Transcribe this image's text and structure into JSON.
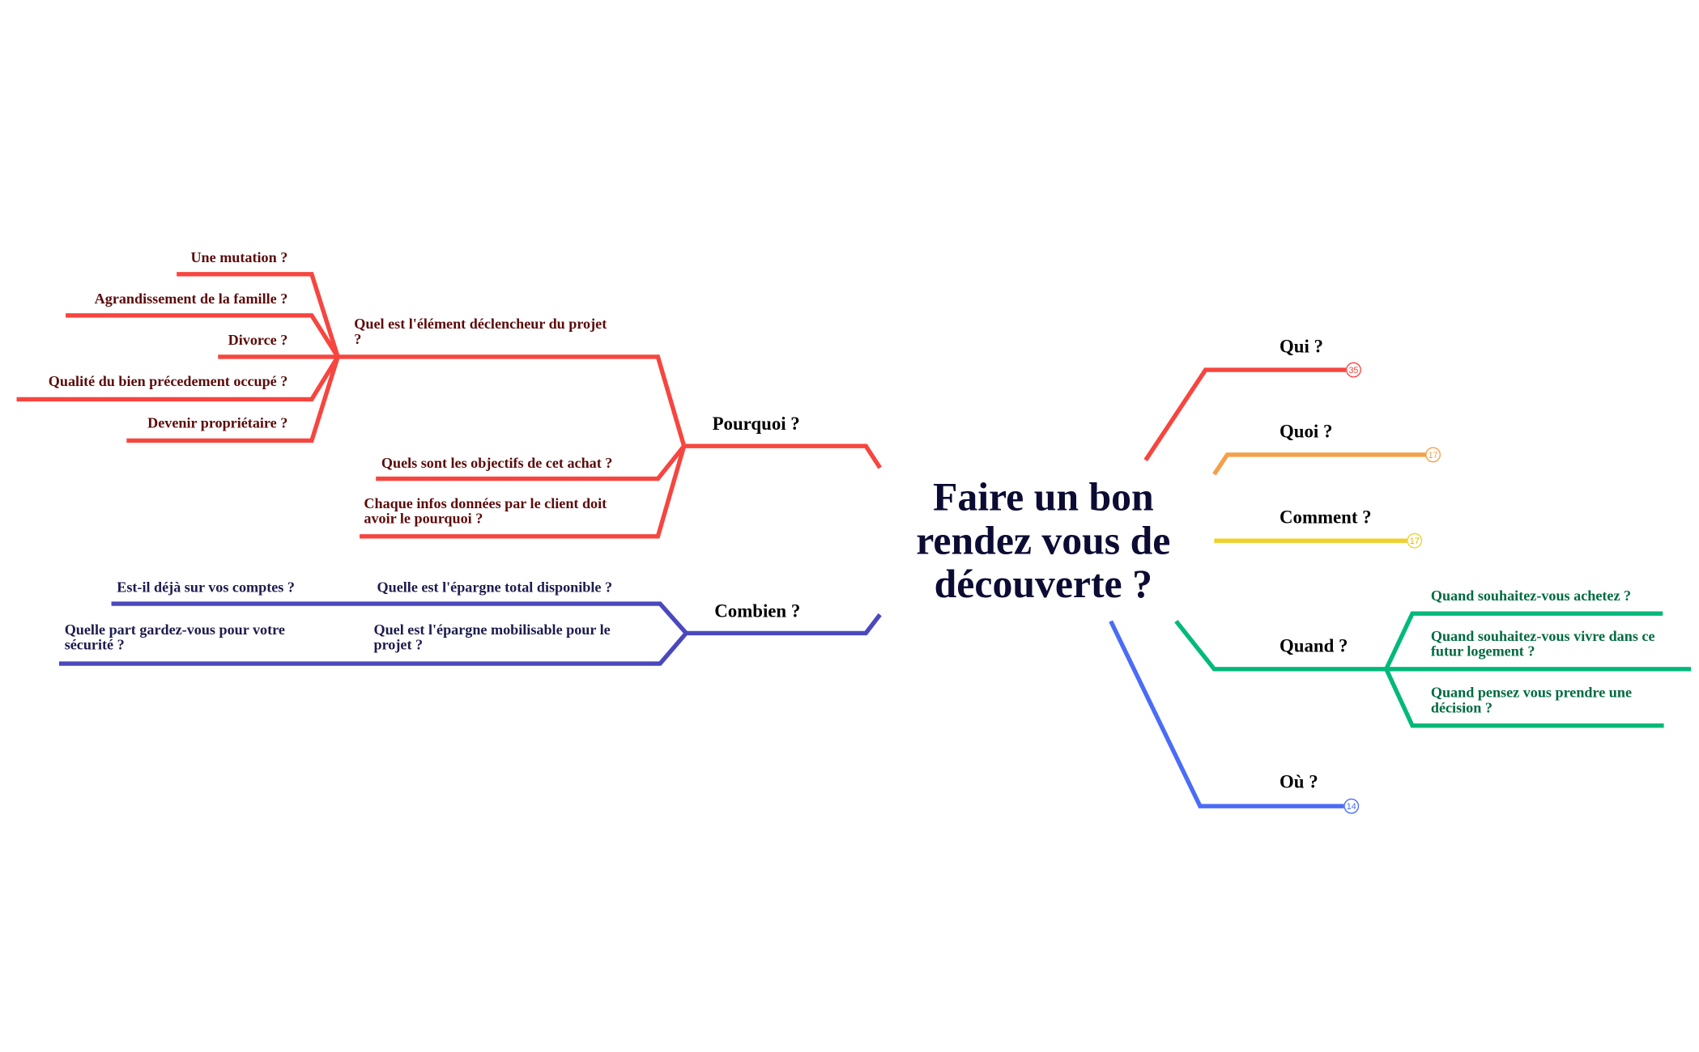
{
  "colors": {
    "pourquoi": "#f7453f",
    "combien": "#4b48be",
    "qui": "#f7453f",
    "quoi": "#f4a04a",
    "comment": "#f0d02a",
    "quand": "#00b97a",
    "ou": "#4a6cf7"
  },
  "central": {
    "lines": [
      "Faire un bon",
      "rendez vous de",
      "découverte ?"
    ]
  },
  "pourquoi": {
    "label": "Pourquoi ?",
    "declencheur": {
      "lines": [
        "Quel est l'élément déclencheur du projet",
        "?"
      ],
      "children": [
        "Une mutation ?",
        "Agrandissement de la famille ?",
        "Divorce ?",
        "Qualité du bien précedement occupé ?",
        "Devenir propriétaire ?"
      ]
    },
    "objectifs": "Quels sont les objectifs de cet achat ?",
    "infos": [
      "Chaque infos données par le client doit",
      "avoir le pourquoi ?"
    ]
  },
  "combien": {
    "label": "Combien ?",
    "epargne_totale": "Quelle est l'épargne total disponible ?",
    "epargne_totale_child": "Est-il déjà sur vos comptes ?",
    "epargne_mobilisable": [
      "Quel est l'épargne mobilisable pour le",
      "projet ?"
    ],
    "epargne_mobilisable_child": [
      "Quelle part gardez-vous pour votre",
      "sécurité ?"
    ]
  },
  "qui": {
    "label": "Qui ?",
    "count": "35"
  },
  "quoi": {
    "label": "Quoi ?",
    "count": "17"
  },
  "comment": {
    "label": "Comment ?",
    "count": "17"
  },
  "quand": {
    "label": "Quand ?",
    "children": [
      [
        "Quand souhaitez-vous achetez ?"
      ],
      [
        "Quand souhaitez-vous vivre dans ce",
        "futur logement ?"
      ],
      [
        "Quand pensez vous prendre une",
        "décision ?"
      ]
    ]
  },
  "ou": {
    "label": "Où ?",
    "count": "14"
  }
}
